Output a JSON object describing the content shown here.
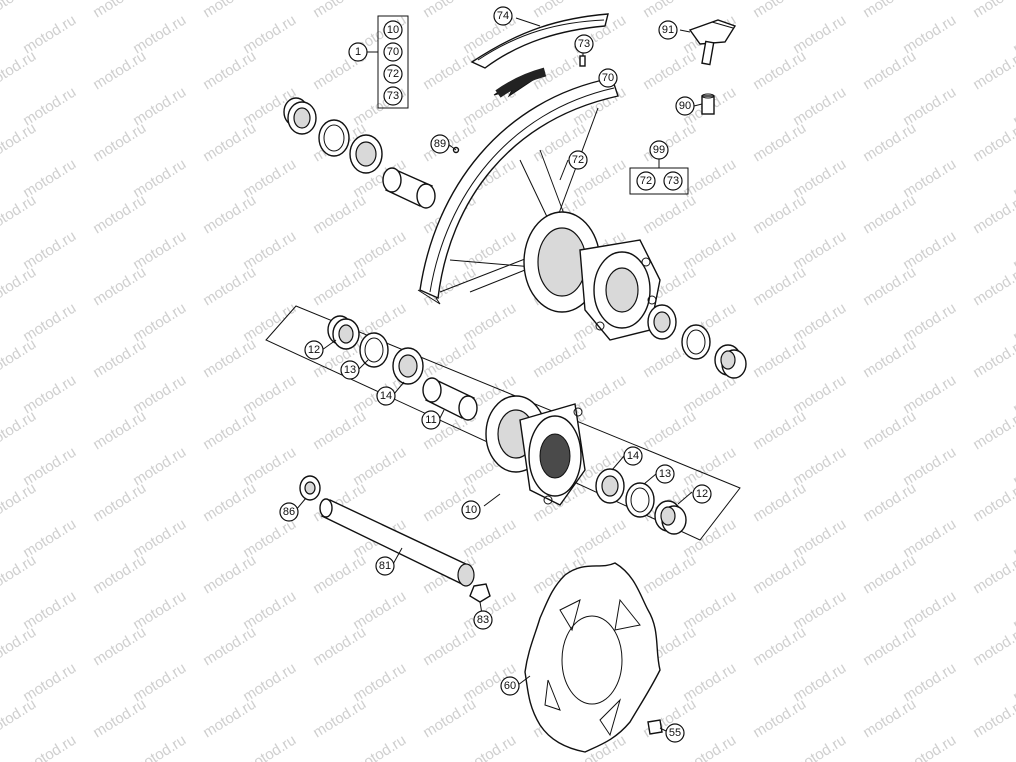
{
  "watermark_text": "motod.ru",
  "colors": {
    "line": "#111111",
    "watermark": "#cfcfcf",
    "background": "#ffffff"
  },
  "callouts": {
    "c1": "1",
    "g1_10": "10",
    "g1_70": "70",
    "g1_72": "72",
    "g1_73": "73",
    "c74": "74",
    "c73": "73",
    "c91": "91",
    "c70": "70",
    "c90": "90",
    "c89": "89",
    "c72": "72",
    "c99": "99",
    "g99_72": "72",
    "g99_73": "73",
    "c12a": "12",
    "c13a": "13",
    "c14a": "14",
    "c11": "11",
    "c14b": "14",
    "c13b": "13",
    "c12b": "12",
    "c10": "10",
    "c86": "86",
    "c81": "81",
    "c83": "83",
    "c60": "60",
    "c55": "55"
  }
}
